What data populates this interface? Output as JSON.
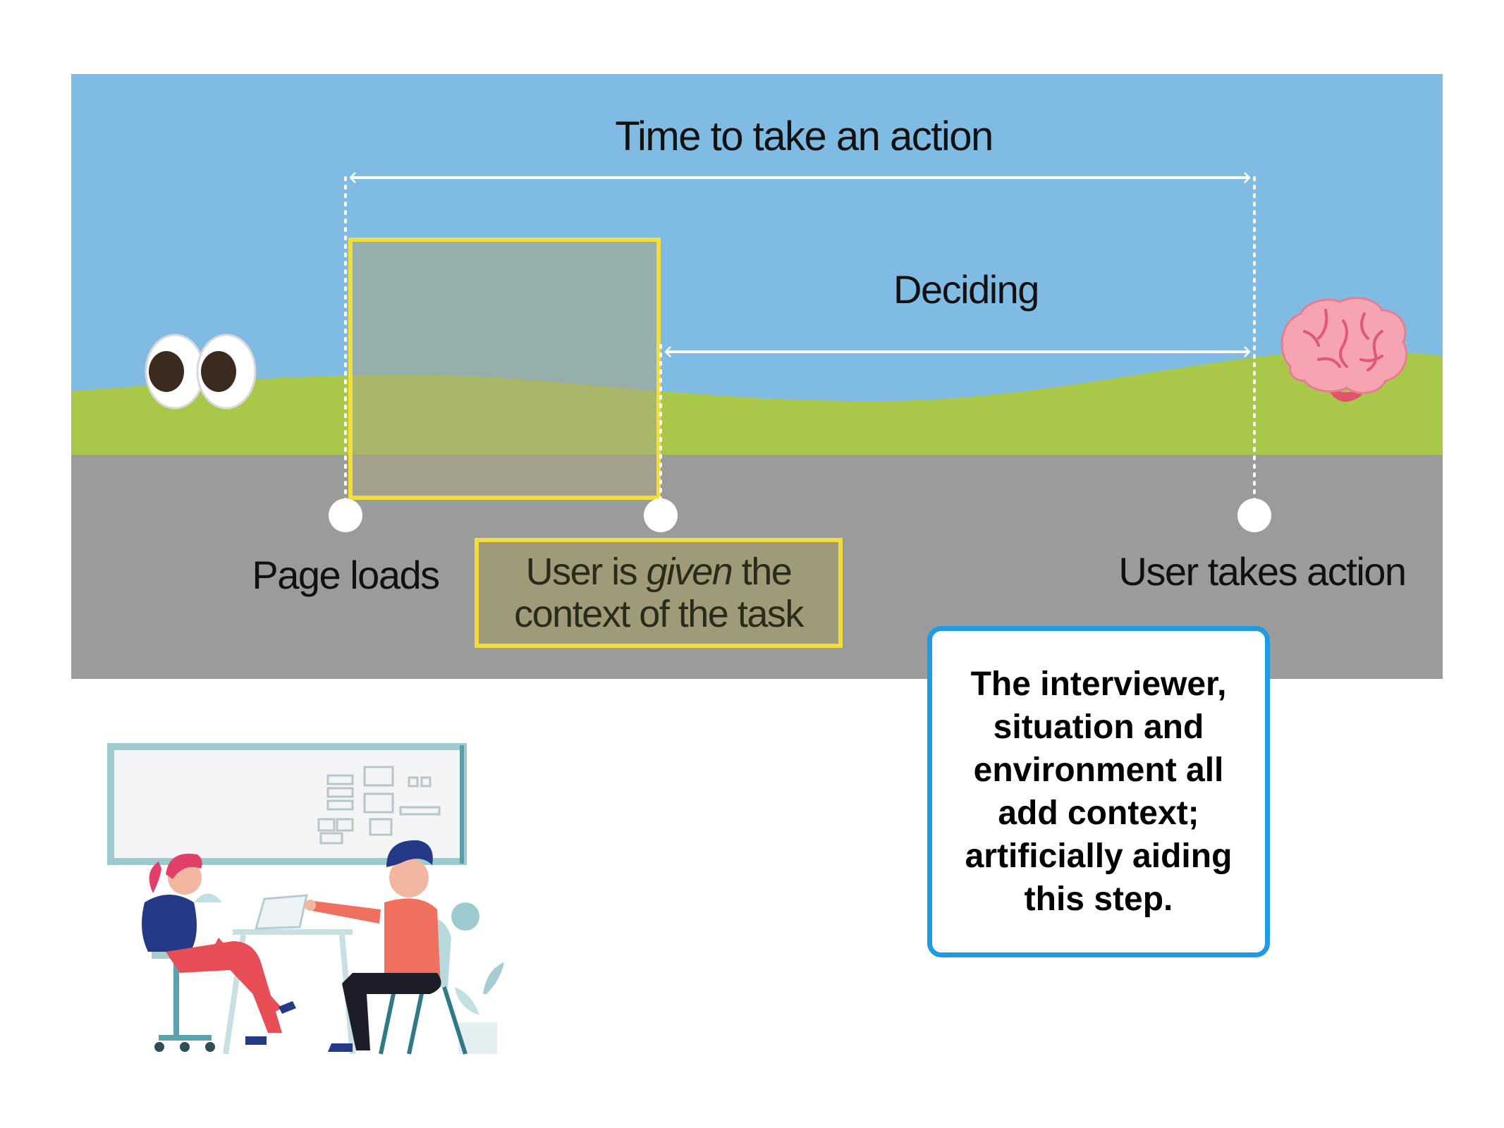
{
  "diagram": {
    "title": "Time to take an action",
    "deciding": "Deciding",
    "milestones": {
      "start": "Page loads",
      "context_pre": "User is ",
      "context_em": "given",
      "context_post": " the context of the task",
      "end": "User takes action"
    },
    "note": "The interviewer, situation and environment all add context; artificially aiding this step."
  },
  "colors": {
    "sky": "#7fbbe3",
    "grass": "#a9c84a",
    "road": "#9b9b9b",
    "highlight_border": "#f3dd3b",
    "note_border": "#1f9be4"
  },
  "icons": [
    "eyes-icon",
    "brain-icon",
    "interview-illustration"
  ]
}
